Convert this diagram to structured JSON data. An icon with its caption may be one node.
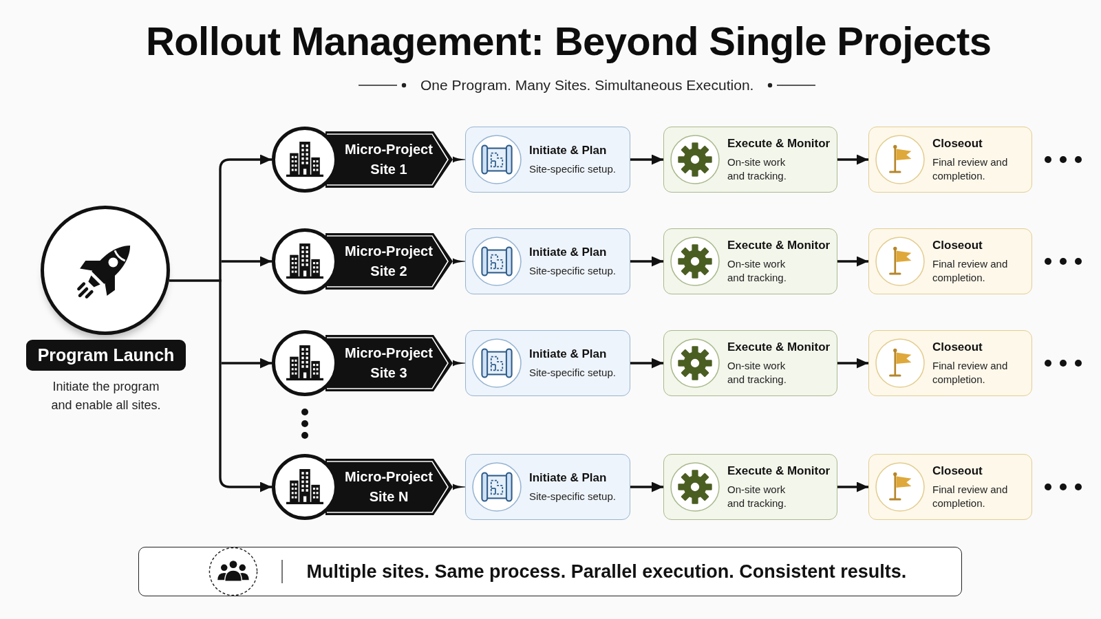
{
  "diagram": {
    "title": "Rollout Management: Beyond Single Projects",
    "nodes": [
      {
        "text": [],
        "shape": "circle"
      },
      {
        "text": [
          "Program Launch"
        ],
        "beside": [
          "Initiate the program and enable all sites."
        ]
      },
      {
        "text": [
          "Micro-Project Site 1"
        ]
      },
      {
        "text": [
          "Initiate & Plan",
          "Site-specific setup."
        ]
      },
      {
        "text": [
          "Execute & Monitor",
          "On-site work and tracking."
        ]
      },
      {
        "text": [
          "Closeout",
          "Final review and completion."
        ]
      },
      {
        "text": [
          "Micro-Project Site 2"
        ]
      },
      {
        "text": [
          "Initiate & Plan",
          "Site-specific setup."
        ]
      },
      {
        "text": [
          "Execute & Monitor",
          "On-site work and tracking."
        ]
      },
      {
        "text": [
          "Closeout",
          "Final review and completion."
        ]
      },
      {
        "text": [
          "Micro-Project Site 3"
        ]
      },
      {
        "text": [
          "Initiate & Plan",
          "Site-specific setup."
        ]
      },
      {
        "text": [
          "Execute & Monitor",
          "On-site work and tracking."
        ]
      },
      {
        "text": [
          "Closeout",
          "Final review and completion."
        ]
      },
      {
        "text": [
          "Micro-Project Site N"
        ]
      },
      {
        "text": [
          "Initiate & Plan",
          "Site-specific setup."
        ]
      },
      {
        "text": [
          "Execute & Monitor",
          "On-site work and tracking."
        ]
      },
      {
        "text": [
          "Closeout",
          "Final review and completion."
        ]
      },
      {
        "text": [
          "Multiple sites. Same process. Parallel execution. Consistent results."
        ]
      }
    ],
    "edges": [
      {
        "from": 0,
        "to": 2,
        "arrow": "to"
      },
      {
        "from": 0,
        "to": 6,
        "arrow": "to"
      },
      {
        "from": 0,
        "to": 10,
        "arrow": "to"
      },
      {
        "from": 0,
        "to": 14,
        "arrow": "to"
      },
      {
        "from": 2,
        "to": 3,
        "arrow": "none"
      },
      {
        "from": 3,
        "to": 4,
        "arrow": "to"
      },
      {
        "from": 4,
        "to": 5,
        "arrow": "to"
      },
      {
        "from": 6,
        "to": 7,
        "arrow": "none"
      },
      {
        "from": 7,
        "to": 8,
        "arrow": "to"
      },
      {
        "from": 8,
        "to": 9,
        "arrow": "to"
      },
      {
        "from": 10,
        "to": 11,
        "arrow": "none"
      },
      {
        "from": 11,
        "to": 12,
        "arrow": "to"
      },
      {
        "from": 12,
        "to": 13,
        "arrow": "to"
      },
      {
        "from": 14,
        "to": 15,
        "arrow": "none"
      },
      {
        "from": 15,
        "to": 16,
        "arrow": "to"
      },
      {
        "from": 16,
        "to": 17,
        "arrow": "to"
      }
    ],
    "labels": [
      "One Program. Many Sites. Simultaneous Execution."
    ]
  }
}
